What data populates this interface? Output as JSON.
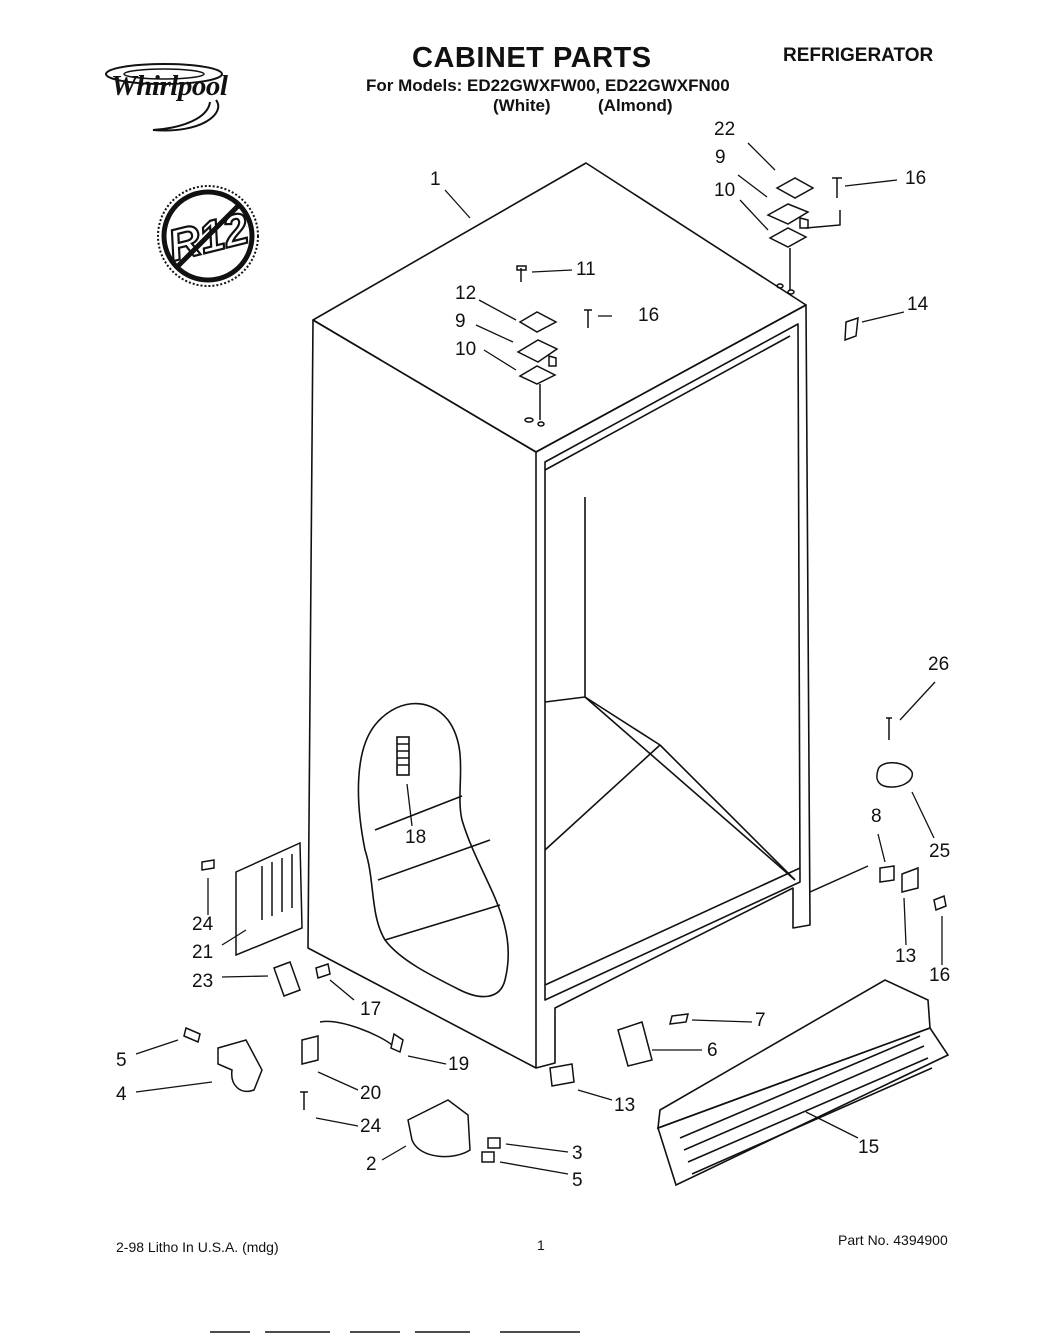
{
  "header": {
    "brand": "Whirlpool",
    "title": "CABINET PARTS",
    "category": "REFRIGERATOR",
    "models_line": "For Models: ED22GWXFW00, ED22GWXFN00",
    "variant_white": "(White)",
    "variant_almond": "(Almond)"
  },
  "badge": {
    "text": "R12",
    "icon": "no-r12-icon"
  },
  "callouts": [
    {
      "id": "c1",
      "label": "1"
    },
    {
      "id": "c22",
      "label": "22"
    },
    {
      "id": "c9a",
      "label": "9"
    },
    {
      "id": "c10a",
      "label": "10"
    },
    {
      "id": "c16a",
      "label": "16"
    },
    {
      "id": "c11",
      "label": "11"
    },
    {
      "id": "c12",
      "label": "12"
    },
    {
      "id": "c9b",
      "label": "9"
    },
    {
      "id": "c16b",
      "label": "16"
    },
    {
      "id": "c10b",
      "label": "10"
    },
    {
      "id": "c14",
      "label": "14"
    },
    {
      "id": "c26",
      "label": "26"
    },
    {
      "id": "c18",
      "label": "18"
    },
    {
      "id": "c8",
      "label": "8"
    },
    {
      "id": "c25",
      "label": "25"
    },
    {
      "id": "c24a",
      "label": "24"
    },
    {
      "id": "c21",
      "label": "21"
    },
    {
      "id": "c13a",
      "label": "13"
    },
    {
      "id": "c16c",
      "label": "16"
    },
    {
      "id": "c23",
      "label": "23"
    },
    {
      "id": "c17",
      "label": "17"
    },
    {
      "id": "c7",
      "label": "7"
    },
    {
      "id": "c5a",
      "label": "5"
    },
    {
      "id": "c6",
      "label": "6"
    },
    {
      "id": "c19",
      "label": "19"
    },
    {
      "id": "c4",
      "label": "4"
    },
    {
      "id": "c20",
      "label": "20"
    },
    {
      "id": "c13b",
      "label": "13"
    },
    {
      "id": "c24b",
      "label": "24"
    },
    {
      "id": "c15",
      "label": "15"
    },
    {
      "id": "c3",
      "label": "3"
    },
    {
      "id": "c2",
      "label": "2"
    },
    {
      "id": "c5b",
      "label": "5"
    }
  ],
  "footer": {
    "litho": "2-98 Litho In U.S.A. (mdg)",
    "page": "1",
    "part_no": "Part No. 4394900"
  }
}
